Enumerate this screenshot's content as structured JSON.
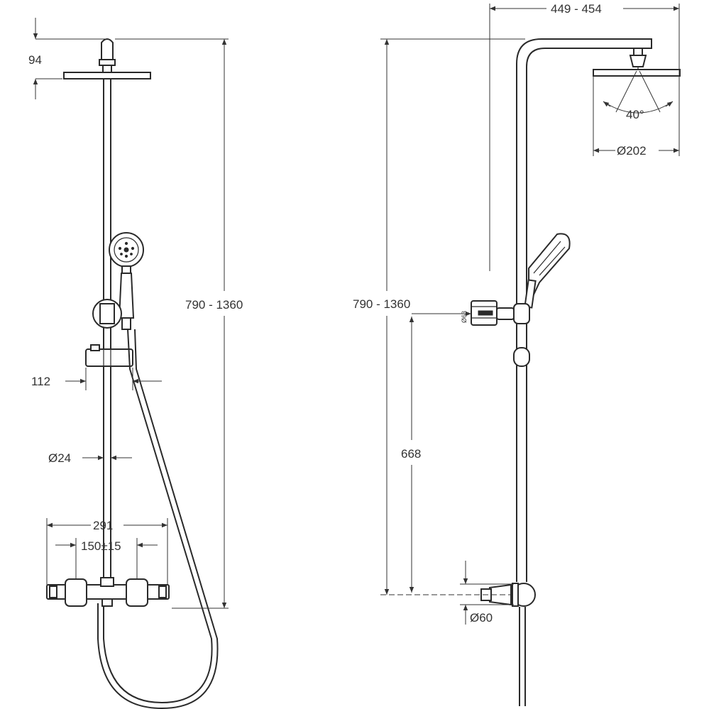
{
  "front_view": {
    "dim_head_height": "94",
    "dim_total_height": "790 - 1360",
    "dim_holder_offset": "112",
    "dim_rail_diameter": "Ø24",
    "dim_mixer_width": "291",
    "dim_inlet_spacing": "150±15"
  },
  "side_view": {
    "dim_arm_projection": "449 - 454",
    "dim_spray_angle": "40°",
    "dim_head_diameter": "Ø202",
    "dim_total_height": "790 - 1360",
    "dim_bracket_size": "Ø63",
    "dim_bracket_height": "668",
    "dim_inlet_diameter": "Ø60"
  }
}
